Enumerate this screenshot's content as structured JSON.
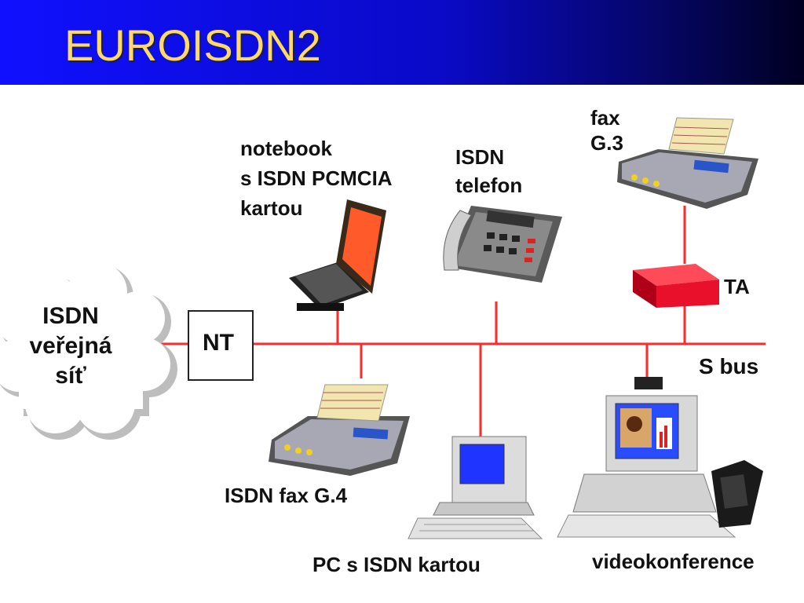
{
  "slide": {
    "title": "EUROISDN2"
  },
  "diagram": {
    "cloud_label": "ISDN\nveřejná\nsíť",
    "nt_label": "NT",
    "ta_label": "TA",
    "bus_label": "S bus",
    "notebook_label": "notebook\ns ISDN PCMCIA\nkartou",
    "phone_label": "ISDN\ntelefon",
    "fax3_label": "fax\nG.3",
    "fax4_label": "ISDN fax G.4",
    "pc_label": "PC s ISDN kartou",
    "video_label": "videokonference",
    "colors": {
      "bus_line": "#ff2a2a",
      "ta_box": "#e8102a",
      "header_blue": "#1010ff",
      "title_text": "#ffd966"
    }
  }
}
